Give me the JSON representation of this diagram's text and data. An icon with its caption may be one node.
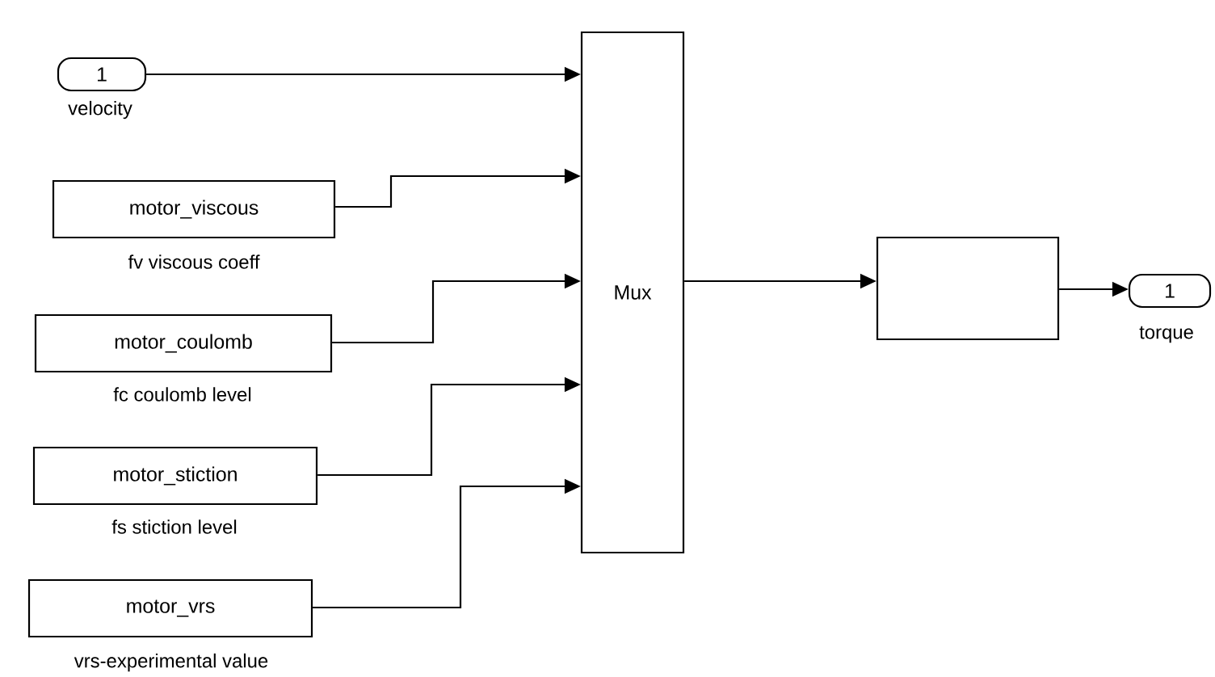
{
  "diagram": {
    "nodes": [
      {
        "text": [
          "1"
        ],
        "beside": [
          "velocity"
        ]
      },
      {
        "text": [
          "motor_viscous"
        ],
        "beside": [
          "fv viscous coeff"
        ]
      },
      {
        "text": [
          "motor_coulomb"
        ],
        "beside": [
          "fc coulomb level"
        ]
      },
      {
        "text": [
          "motor_stiction"
        ],
        "beside": [
          "fs stiction level"
        ]
      },
      {
        "text": [
          "motor_vrs"
        ],
        "beside": [
          "vrs-experimental value"
        ]
      },
      {
        "text": [
          "Mux"
        ]
      },
      {
        "text": [],
        "shape": "box"
      },
      {
        "text": [
          "1"
        ],
        "beside": [
          "torque"
        ]
      }
    ],
    "edges": [
      {
        "from": 0,
        "to": 5,
        "arrow": "to"
      },
      {
        "from": 1,
        "to": 5,
        "arrow": "to"
      },
      {
        "from": 2,
        "to": 5,
        "arrow": "to"
      },
      {
        "from": 3,
        "to": 5,
        "arrow": "to"
      },
      {
        "from": 4,
        "to": 5,
        "arrow": "to"
      },
      {
        "from": 5,
        "to": 6,
        "arrow": "to"
      },
      {
        "from": 6,
        "to": 7,
        "arrow": "to"
      }
    ]
  }
}
